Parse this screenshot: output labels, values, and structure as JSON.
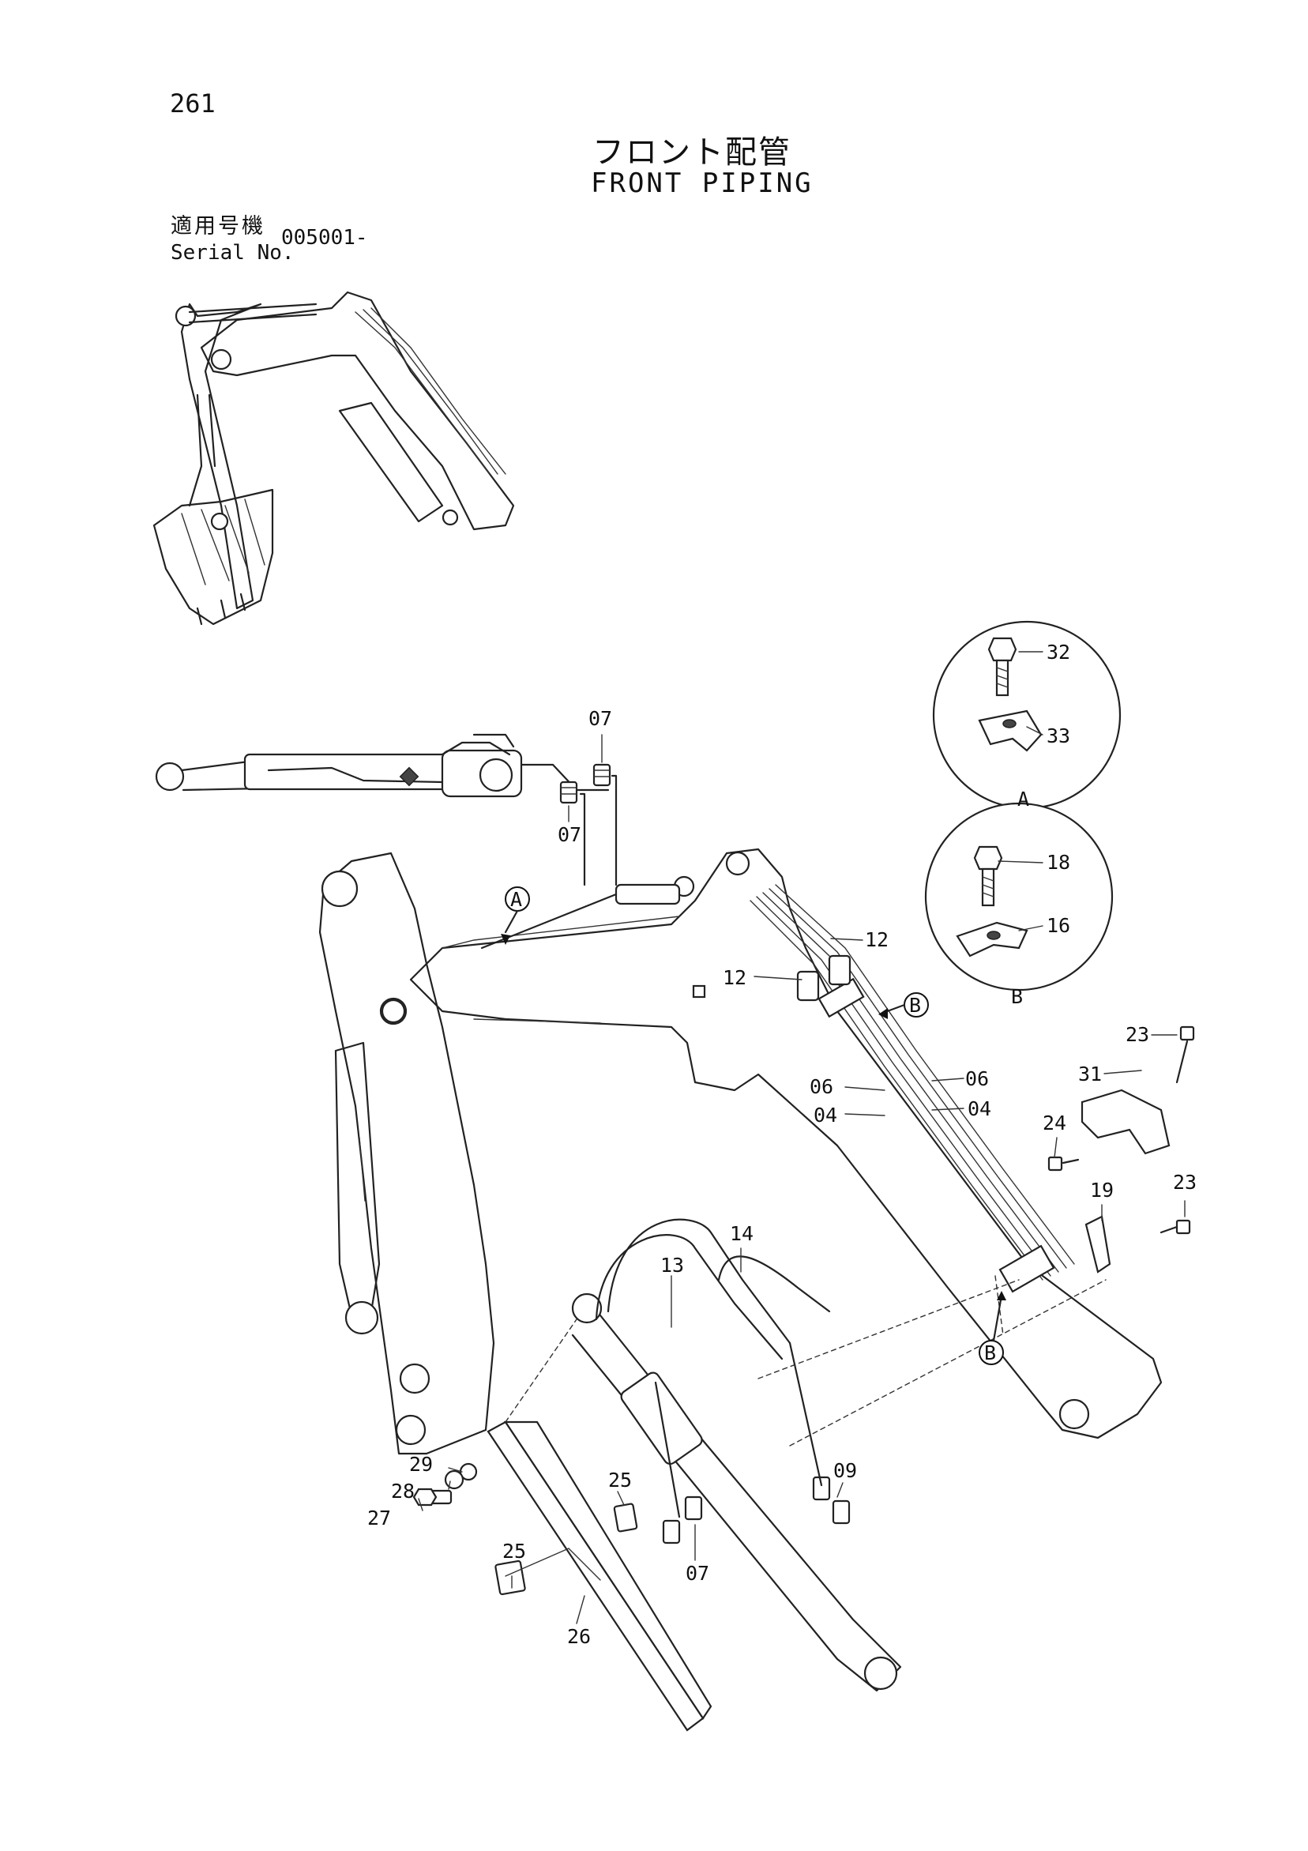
{
  "page": {
    "number": "261",
    "title_ja": "フロント配管",
    "title_en": "FRONT PIPING",
    "serial_label_ja": "適用号機",
    "serial_label_en": "Serial No.",
    "serial_value": "005001-"
  },
  "detail_views": [
    {
      "letter": "A",
      "parts": [
        "32",
        "33"
      ]
    },
    {
      "letter": "B",
      "parts": [
        "18",
        "16"
      ]
    }
  ],
  "part_labels": {
    "p32": "32",
    "p33": "33",
    "p18": "18",
    "p16": "16",
    "p07a": "07",
    "p07b": "07",
    "p07c": "07",
    "p12a": "12",
    "p12b": "12",
    "p06a": "06",
    "p06b": "06",
    "p04a": "04",
    "p04b": "04",
    "p23a": "23",
    "p23b": "23",
    "p31": "31",
    "p24": "24",
    "p19": "19",
    "p13": "13",
    "p14": "14",
    "p09": "09",
    "p25a": "25",
    "p25b": "25",
    "p26": "26",
    "p27": "27",
    "p28": "28",
    "p29": "29"
  },
  "callouts": {
    "a": "A",
    "b1": "B",
    "b2": "B"
  }
}
